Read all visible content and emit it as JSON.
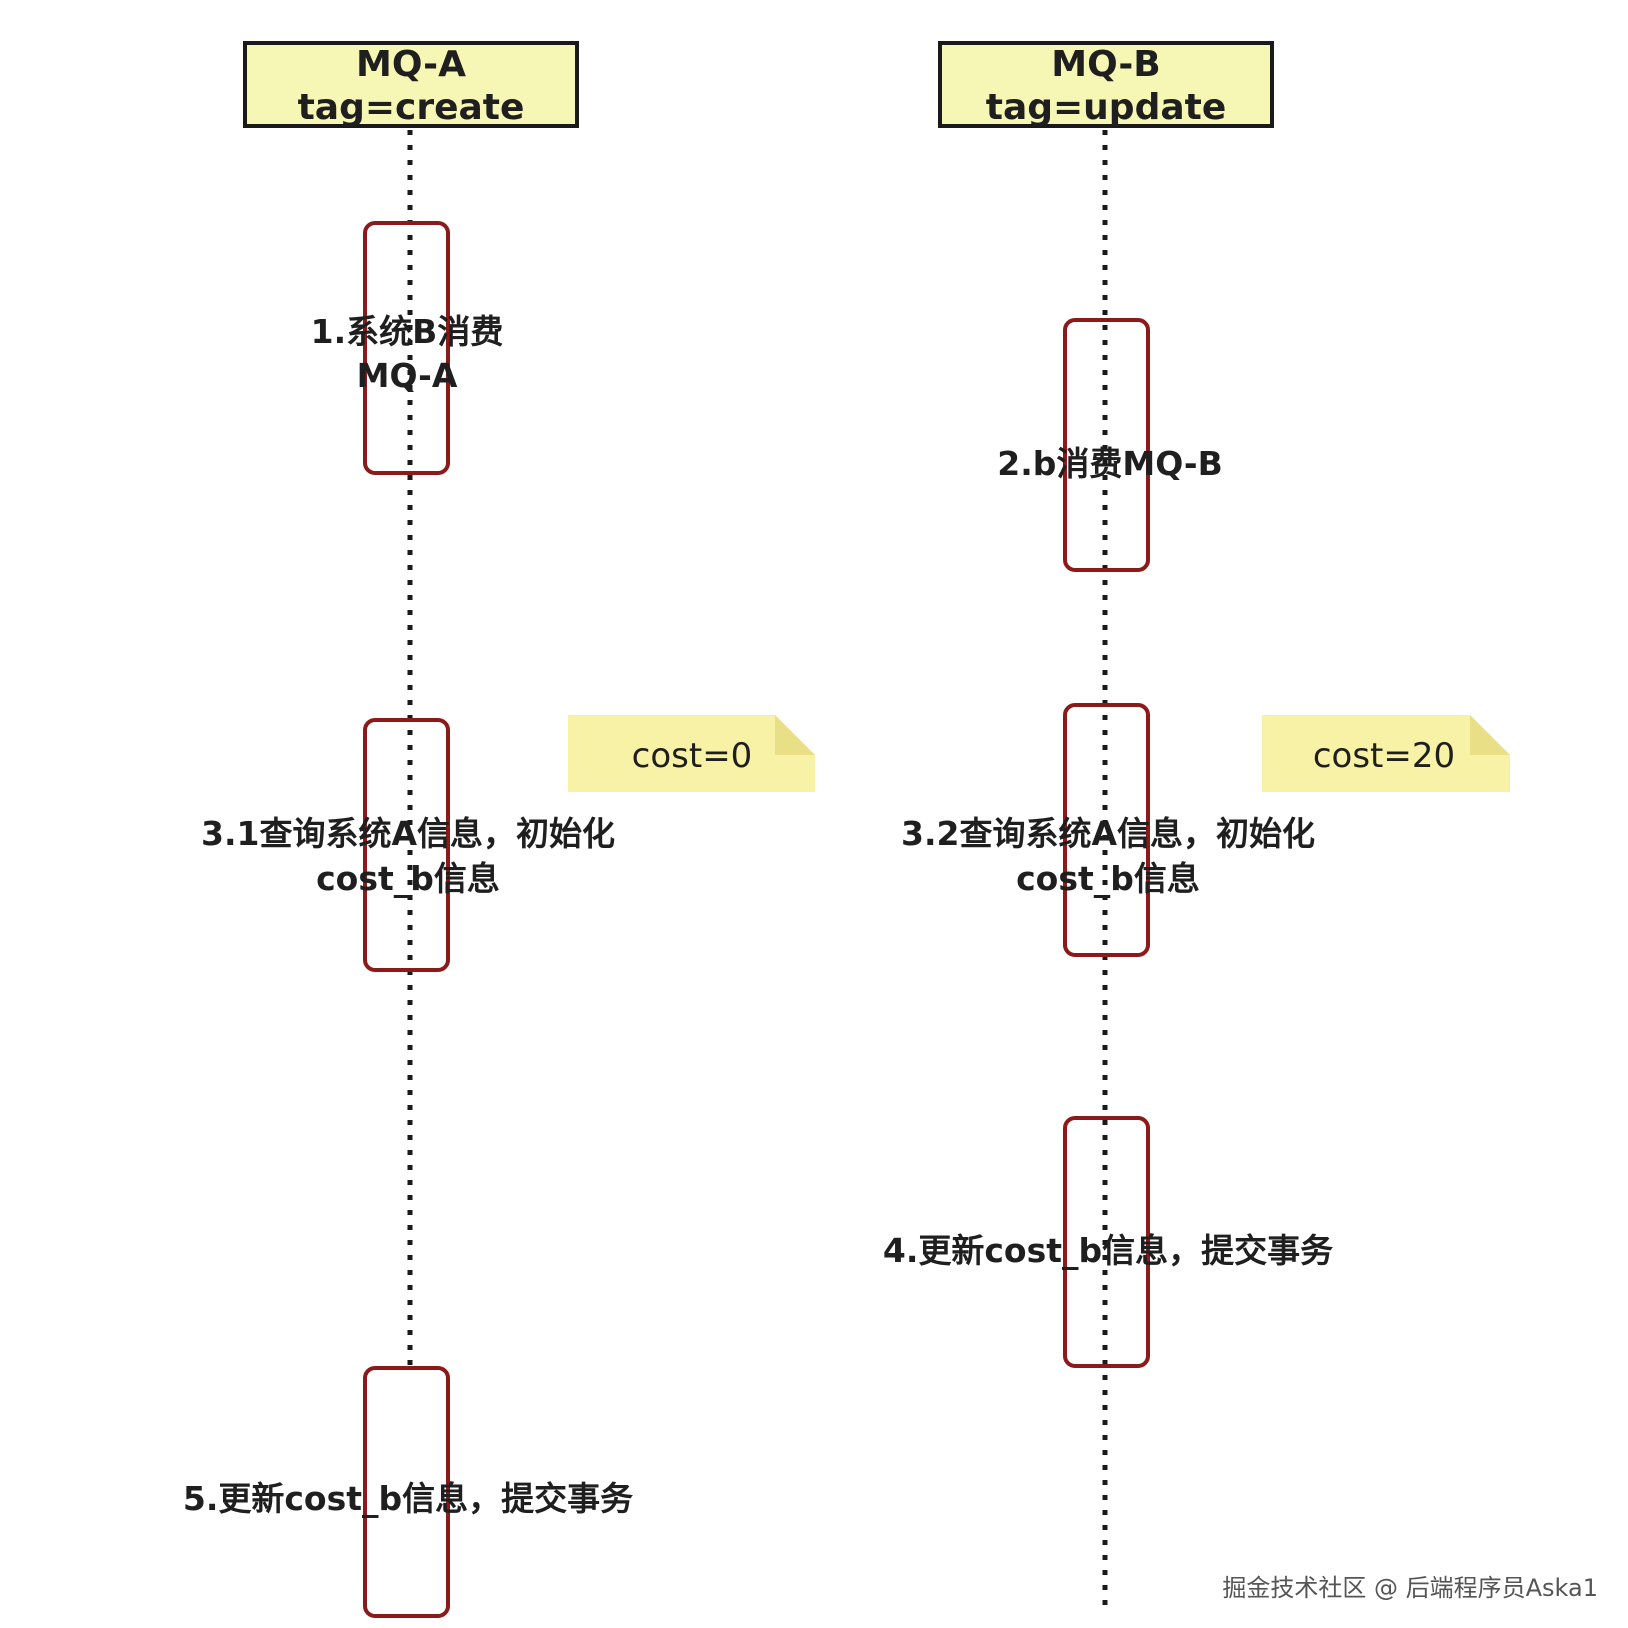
{
  "lifelines": [
    {
      "id": "a",
      "title": "MQ-A",
      "subtitle": "tag=create"
    },
    {
      "id": "b",
      "title": "MQ-B",
      "subtitle": "tag=update"
    }
  ],
  "activations": [
    {
      "lane": "a",
      "lines": [
        "1.系统B消费",
        "MQ-A"
      ]
    },
    {
      "lane": "b",
      "lines": [
        "2.b消费MQ-B"
      ]
    },
    {
      "lane": "a",
      "lines": [
        "3.1查询系统A信息，初始化",
        "cost_b信息"
      ]
    },
    {
      "lane": "b",
      "lines": [
        "3.2查询系统A信息，初始化",
        "cost_b信息"
      ]
    },
    {
      "lane": "b",
      "lines": [
        "4.更新cost_b信息，提交事务"
      ]
    },
    {
      "lane": "a",
      "lines": [
        "5.更新cost_b信息，提交事务"
      ]
    }
  ],
  "notes": [
    {
      "lane": "a",
      "text": "cost=0"
    },
    {
      "lane": "b",
      "text": "cost=20"
    }
  ],
  "watermark": "掘金技术社区 @ 后端程序员Aska1",
  "colors": {
    "header_fill": "#f7f7b5",
    "activation_border": "#8b1a1a",
    "note_fill": "#f8f2a6"
  }
}
